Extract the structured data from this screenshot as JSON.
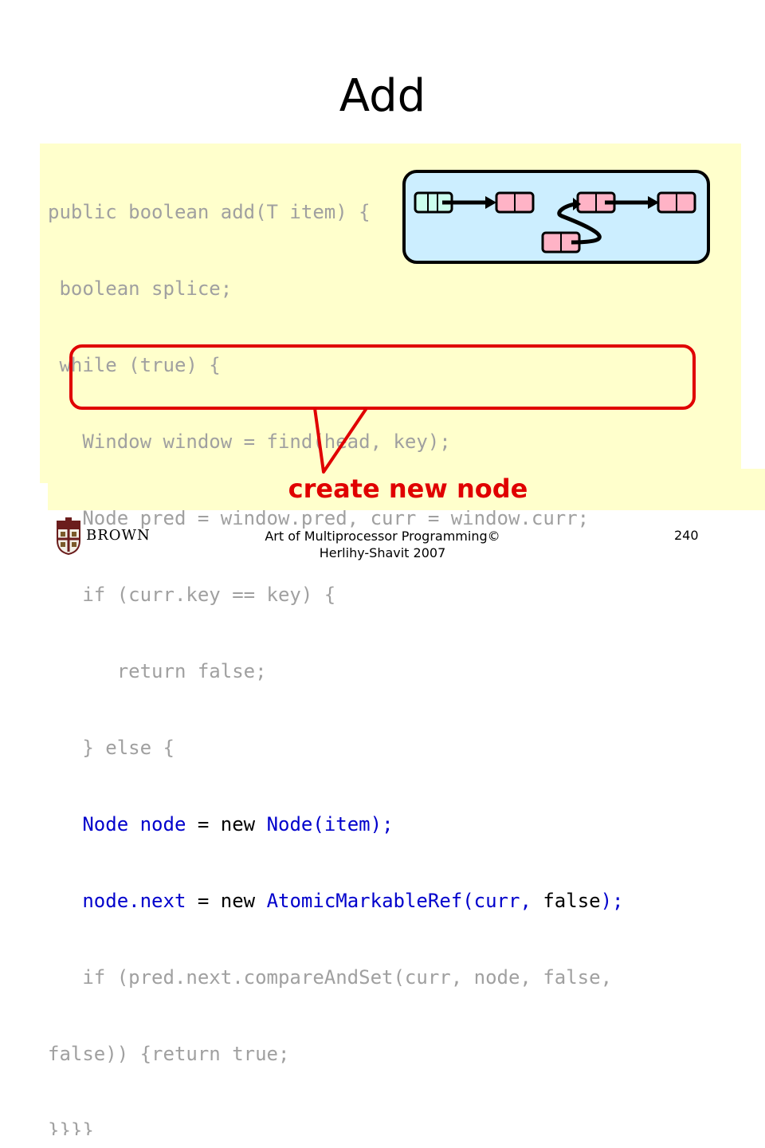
{
  "slide": {
    "title": "Add",
    "code_lines": [
      "public boolean add(T item) {",
      " boolean splice;",
      " while (true) {",
      "   Window window = find(head, key);",
      "   Node pred = window.pred, curr = window.curr;",
      "   if (curr.key == key) {",
      "      return false;",
      "   } else {"
    ],
    "highlight_line1": {
      "indent": "   ",
      "a": "Node node",
      "b": " = ",
      "c": "new",
      "d": " Node(item);"
    },
    "highlight_line2": {
      "indent": "   ",
      "a": "node.next",
      "b": " = ",
      "c": "new",
      "d": " AtomicMarkableRef(curr, ",
      "e": "false",
      "f": ");"
    },
    "code_lines_after": [
      "   if (pred.next.compareAndSet(curr, node, false,",
      "false)) {return true;",
      "}}}}"
    ],
    "callout": "create new node",
    "colors": {
      "code_background": "#ffffcc",
      "highlight_border": "#e00000",
      "diagram_fill": "#cceeff",
      "node_fill": "#ffb3c6"
    }
  },
  "footer": {
    "brand": "BROWN",
    "citation": "Art of Multiprocessor Programming© Herlihy-Shavit 2007",
    "page": "240"
  }
}
